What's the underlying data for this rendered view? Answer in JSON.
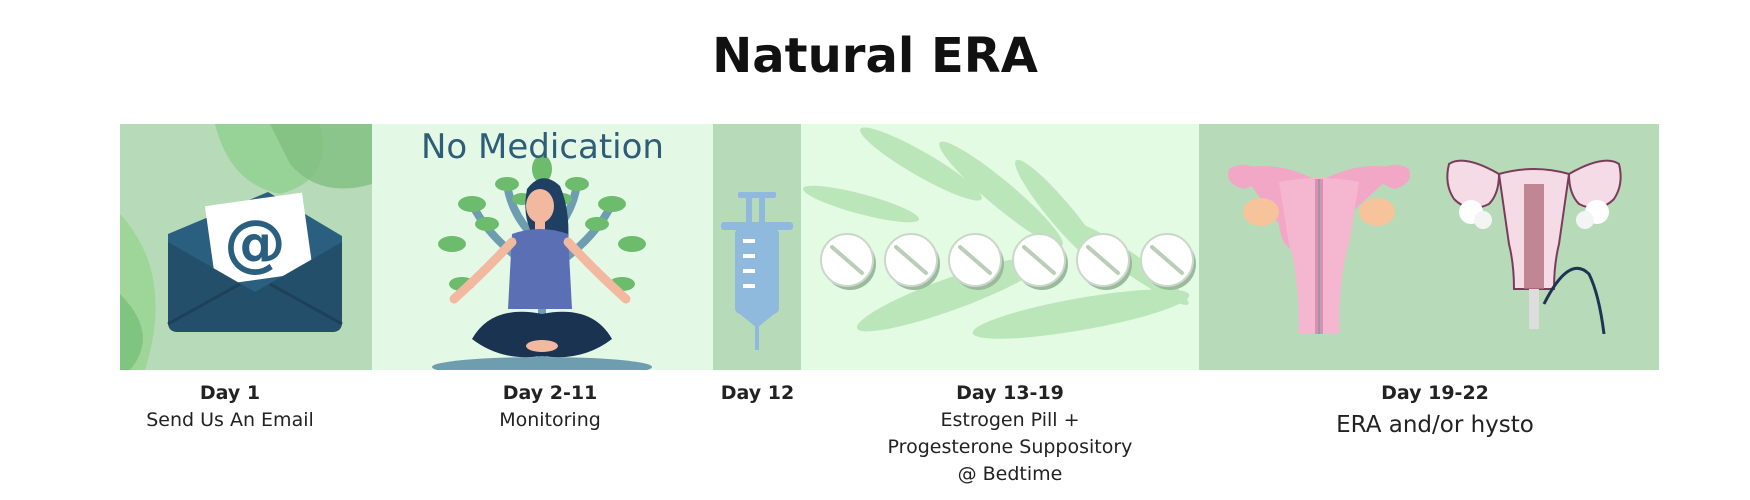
{
  "title": "Natural ERA",
  "panels": [
    {
      "icon": "email-icon",
      "heading": ""
    },
    {
      "icon": "meditation-icon",
      "heading": "No Medication"
    },
    {
      "icon": "syringe-icon",
      "heading": ""
    },
    {
      "icon": "pill-icon",
      "heading": "",
      "pill_count": 6
    },
    {
      "icon": "uterus-icon",
      "heading": ""
    }
  ],
  "steps": [
    {
      "day": "Day 1",
      "lines": [
        "Send Us An Email"
      ]
    },
    {
      "day": "Day 2-11",
      "lines": [
        "Monitoring"
      ]
    },
    {
      "day": "Day 12",
      "lines": []
    },
    {
      "day": "Day 13-19",
      "lines": [
        "Estrogen Pill +",
        "Progesterone Suppository",
        "@ Bedtime"
      ]
    },
    {
      "day": "Day 19-22",
      "lines": [
        "ERA and/or hysto"
      ]
    }
  ],
  "colors": {
    "panel_dark": "#b7dbb8",
    "panel_light": "#e3f9e5",
    "envelope": "#2a5f7f",
    "syringe": "#8fb9dd",
    "uterus": "#f0a8c8"
  }
}
